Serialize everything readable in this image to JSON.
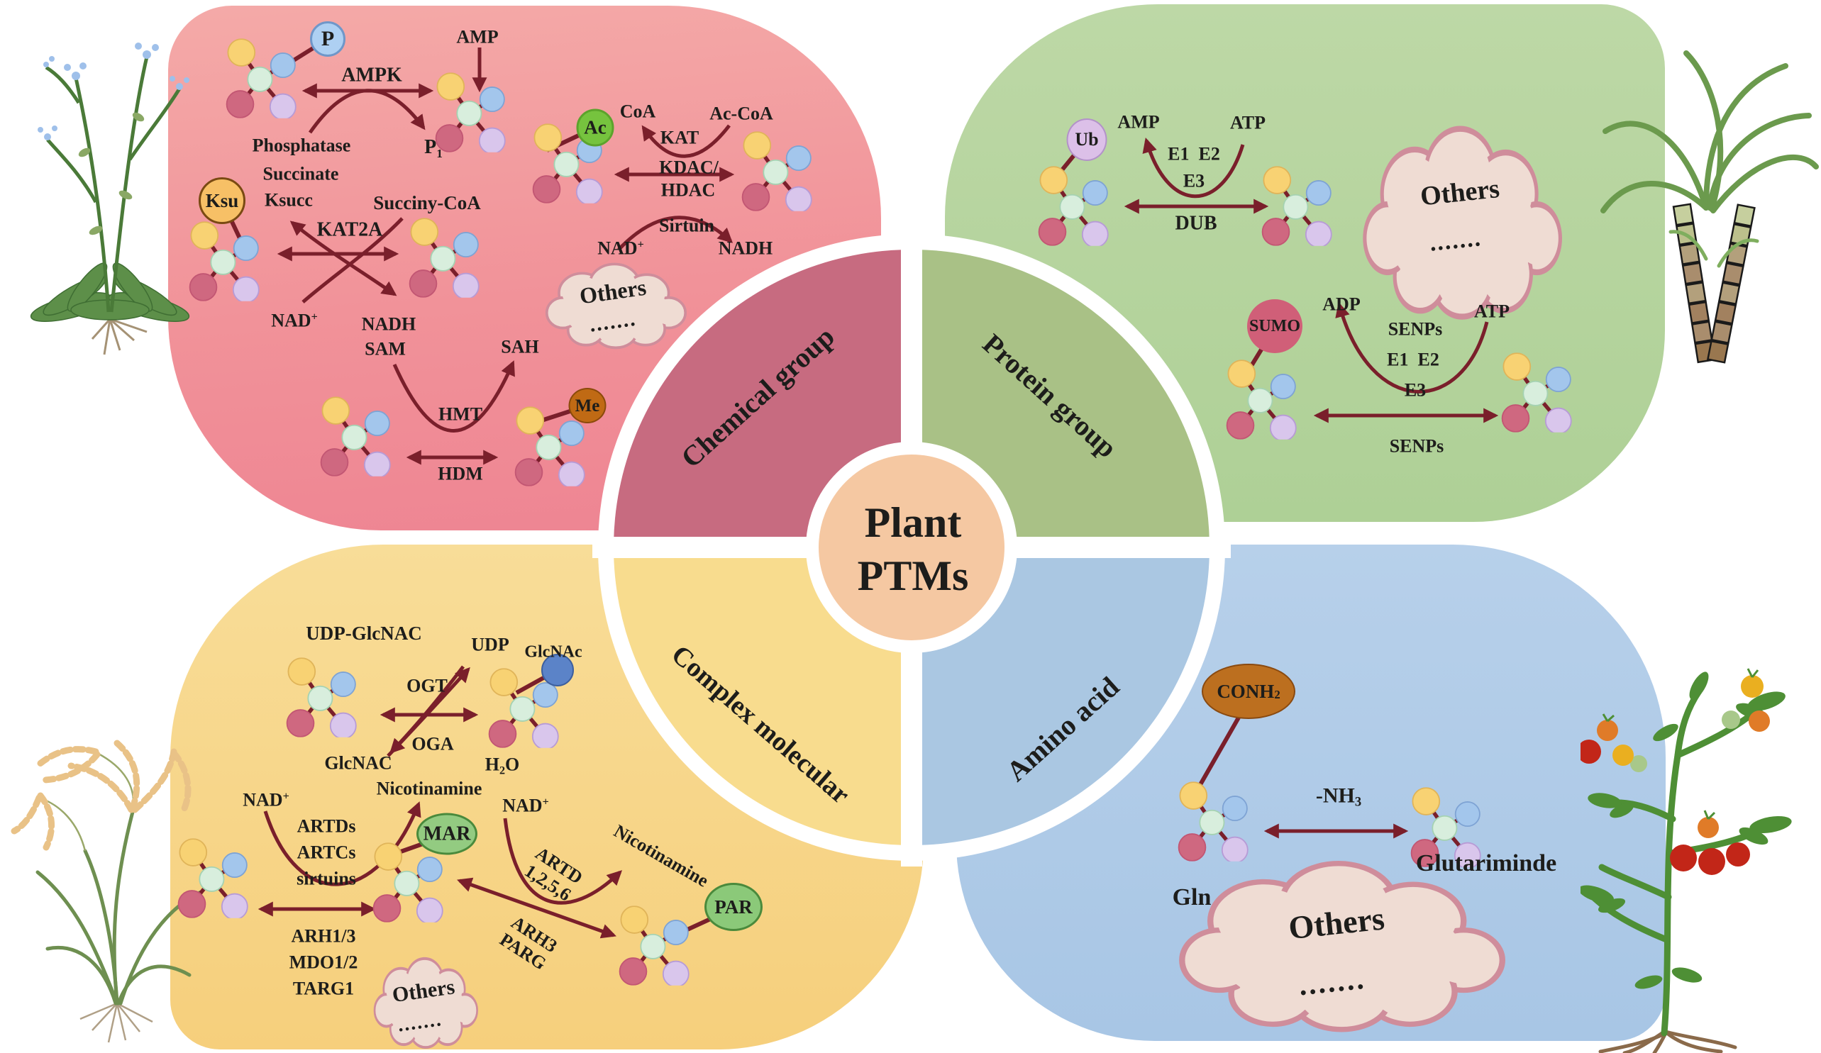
{
  "center": {
    "line1": "Plant",
    "line2": "PTMs"
  },
  "wedges": {
    "chemical": "Chemical group",
    "protein": "Protein group",
    "complex": "Complex molecular",
    "amino": "Amino acid"
  },
  "sym": {
    "plus": "+",
    "one": "1",
    "two": "2",
    "three": "3",
    "h": "H",
    "o": "O",
    "nad": "NAD"
  },
  "cloud": {
    "others": "Others",
    "dots": "......."
  },
  "badges": {
    "p": "P",
    "ksu": "Ksu",
    "ac": "Ac",
    "me": "Me",
    "ub": "Ub",
    "sumo": "SUMO",
    "mar": "MAR",
    "par": "PAR",
    "conh": "CONH"
  },
  "chemical": {
    "amp": "AMP",
    "ampk": "AMPK",
    "phosphatase": "Phosphatase",
    "p_product": "P",
    "succinate": "Succinate",
    "ksucc": "Ksucc",
    "succiny_coa": "Succiny-CoA",
    "kat2a": "KAT2A",
    "nadh": "NADH",
    "sam": "SAM",
    "sah": "SAH",
    "hmt": "HMT",
    "hdm": "HDM",
    "coa": "CoA",
    "ac_coa": "Ac-CoA",
    "kat": "KAT",
    "kdac": "KDAC/",
    "hdac": "HDAC",
    "sirtuin": "Sirtuin"
  },
  "protein_grp": {
    "amp": "AMP",
    "atp": "ATP",
    "e1e2": "E1  E2",
    "e3": "E3",
    "dub": "DUB",
    "adp": "ADP",
    "senps": "SENPs"
  },
  "complex": {
    "udp_glcnac": "UDP-GlcNAC",
    "udp": "UDP",
    "glcnac_badge": "GlcNAc",
    "ogt": "OGT",
    "oga": "OGA",
    "glcnac": "GlcNAC",
    "artds": "ARTDs",
    "artcs": "ARTCs",
    "sirtuins": "sirtuins",
    "nicotinamine": "Nicotinamine",
    "arh13": "ARH1/3",
    "mdo12": "MDO1/2",
    "targ1": "TARG1",
    "artd": "ARTD",
    "artd_nums": "1,2,5,6",
    "arh3": "ARH3",
    "parg": "PARG"
  },
  "amino": {
    "nh": "-NH",
    "gln": "Gln",
    "glutariminde": "Glutariminde"
  },
  "colors": {
    "arrow": "#7a1f2b",
    "blob_red": "#f0909b",
    "blob_green": "#b4d39c",
    "blob_yellow": "#f7d88c",
    "blob_blue": "#aecbe8",
    "wedge_rose": "#c76b80",
    "wedge_green": "#a9c186",
    "wedge_yellow": "#f8dc8e",
    "wedge_blue": "#aac7e2",
    "center_circle": "#f5c8a2",
    "cloud_fill": "#efdcd3",
    "cloud_stroke": "#cf8d9b"
  }
}
